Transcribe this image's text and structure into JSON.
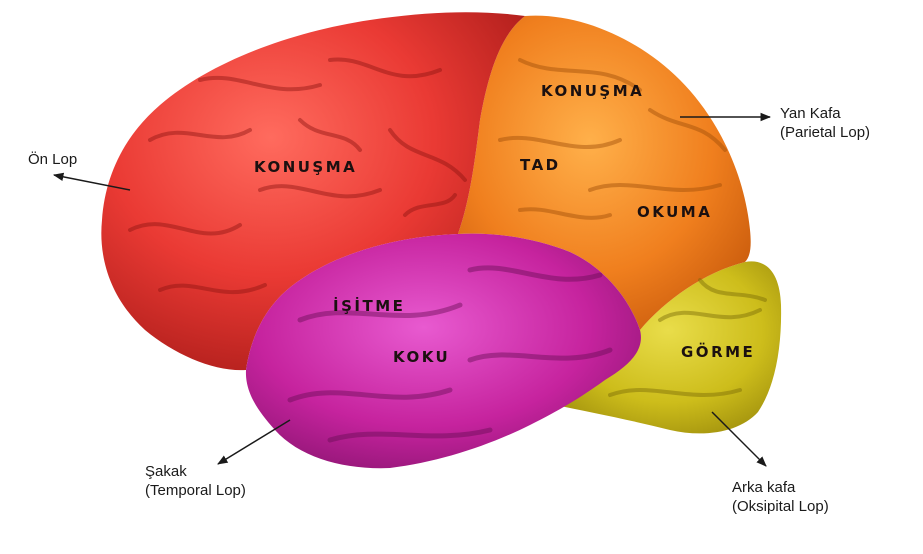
{
  "colors": {
    "frontal": "#ea3a34",
    "parietal": "#f07f1e",
    "temporal": "#c6239e",
    "occipital": "#cdbd1b",
    "label_text": "#1b1010",
    "annotation_text": "#1a1a1a"
  },
  "lobe_labels": {
    "frontal_speech": "KONUŞMA",
    "parietal_speech": "KONUŞMA",
    "taste": "TAD",
    "reading": "OKUMA",
    "hearing": "İŞİTME",
    "smell": "KOKU",
    "vision": "GÖRME"
  },
  "annotations": {
    "frontal": "Ön Lop",
    "parietal_line1": "Yan Kafa",
    "parietal_line2": "(Parietal Lop)",
    "temporal_line1": "Şakak",
    "temporal_line2": "(Temporal Lop)",
    "occipital_line1": "Arka kafa",
    "occipital_line2": "(Oksipital Lop)"
  }
}
